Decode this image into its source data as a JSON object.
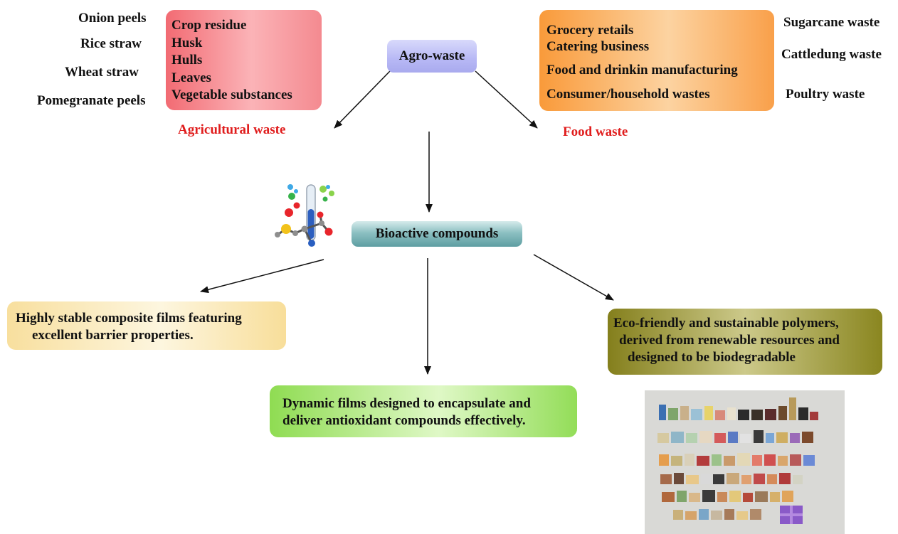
{
  "agro_waste": {
    "label": "Agro-waste"
  },
  "agricultural": {
    "side_items": [
      "Onion peels",
      "Rice straw",
      "Wheat straw",
      "Pomegranate peels"
    ],
    "box_items": [
      "Crop residue",
      "Husk",
      "Hulls",
      "Leaves",
      "Vegetable substances"
    ],
    "label": "Agricultural waste"
  },
  "food": {
    "box_items": [
      "Grocery retails",
      "Catering business",
      "Food and drinkin manufacturing",
      "Consumer/household wastes"
    ],
    "side_items": [
      "Sugarcane waste",
      "Cattledung waste",
      "Poultry waste"
    ],
    "label": "Food waste"
  },
  "bioactive": {
    "label": "Bioactive compounds"
  },
  "outputs": {
    "left": [
      "Highly stable composite films featuring",
      "excellent barrier properties."
    ],
    "center": [
      "Dynamic films designed to encapsulate and",
      "deliver antioxidant compounds effectively."
    ],
    "right": [
      "Eco-friendly and sustainable polymers,",
      "derived from renewable resources and",
      "designed to be biodegradable"
    ]
  },
  "colors": {
    "agricultural_box": "#f26b73",
    "food_box": "#f99a3a",
    "agro_box": "#b7b8f5",
    "bioactive_box": "#5e9ea2",
    "left_box": "#f7d98a",
    "center_box": "#8fdc52",
    "right_box": "#8a8620",
    "red_label": "#e01d1d"
  },
  "icons": [
    "molecule-test-tube-icon",
    "packaging-photo"
  ]
}
